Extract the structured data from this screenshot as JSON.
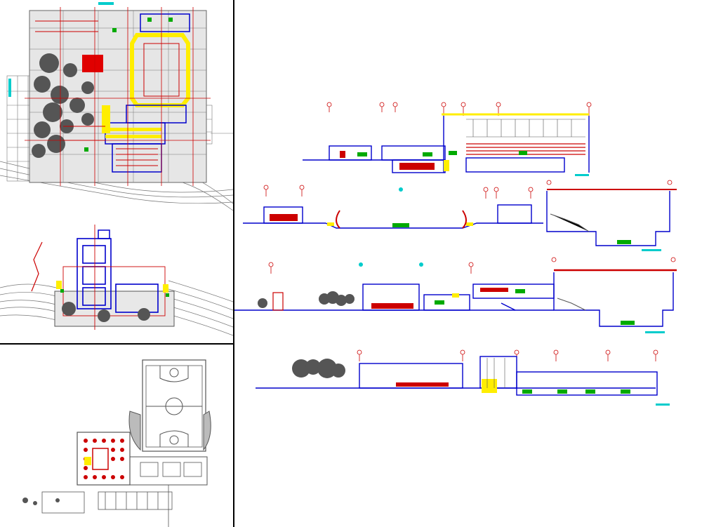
{
  "sheet": {
    "background": "#ffffff",
    "line_color": "#000000",
    "palette": {
      "wall": "#0000cc",
      "axis": "#cc0000",
      "highlight": "#ffee00",
      "vegetation": "#555555",
      "grid": "#777777",
      "furniture": "#cc0000",
      "fill_green": "#00aa00",
      "accent_cyan": "#00cccc"
    }
  },
  "panels": {
    "site_plan": {
      "kind": "floor-plan"
    },
    "ground_plan": {
      "kind": "floor-plan"
    },
    "court_plan": {
      "kind": "floor-plan"
    },
    "sections": {
      "kind": "building-sections",
      "count": 4
    }
  },
  "labels": {
    "section_text": ""
  }
}
